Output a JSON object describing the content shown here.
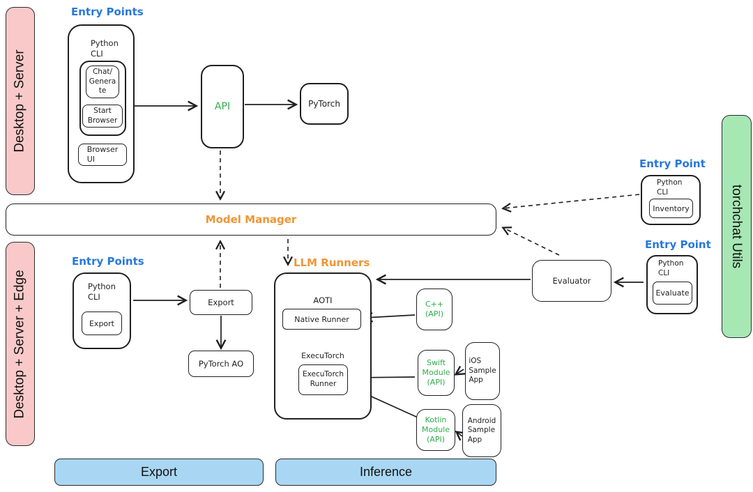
{
  "sidebars": {
    "desktop_server": "Desktop + Server",
    "desktop_server_edge": "Desktop + Server + Edge",
    "torchchat_utils": "torchchat Utils"
  },
  "labels": {
    "entry_points_top": "Entry Points",
    "entry_points_bottom": "Entry Points",
    "entry_point_inventory": "Entry Point",
    "entry_point_evaluate": "Entry Point",
    "model_manager": "Model Manager",
    "llm_runners": "LLM Runners"
  },
  "boxes": {
    "python_cli_top": "Python\nCLI",
    "chat_generate": "Chat/\nGenera\nte",
    "start_browser": "Start\nBrowser",
    "browser_ui": "Browser\nUI",
    "api": "API",
    "pytorch": "PyTorch",
    "python_cli_export": "Python\nCLI",
    "export_inner": "Export",
    "export_node": "Export",
    "pytorch_ao": "PyTorch AO",
    "aoti": "AOTI",
    "native_runner": "Native Runner",
    "executorch": "ExecuTorch",
    "executorch_runner": "ExecuTorch\nRunner",
    "cpp_api": "C++\n(API)",
    "swift_module": "Swift\nModule\n(API)",
    "kotlin_module": "Kotlin\nModule\n(API)",
    "ios_sample_app": "iOS\nSample\nApp",
    "android_sample_app": "Android\nSample\nApp",
    "evaluator": "Evaluator",
    "python_cli_inventory": "Python\nCLI",
    "inventory": "Inventory",
    "python_cli_evaluate": "Python\nCLI",
    "evaluate": "Evaluate"
  },
  "footer": {
    "export": "Export",
    "inference": "Inference"
  },
  "colors": {
    "pink_bar": "#f9c9c9",
    "green_bar": "#a6e7b4",
    "blue_bar": "#a9d6f2",
    "blue_label": "#2878dc",
    "orange_label": "#ef9535",
    "green_label": "#2fad4a",
    "ink": "#1f1f1f"
  }
}
